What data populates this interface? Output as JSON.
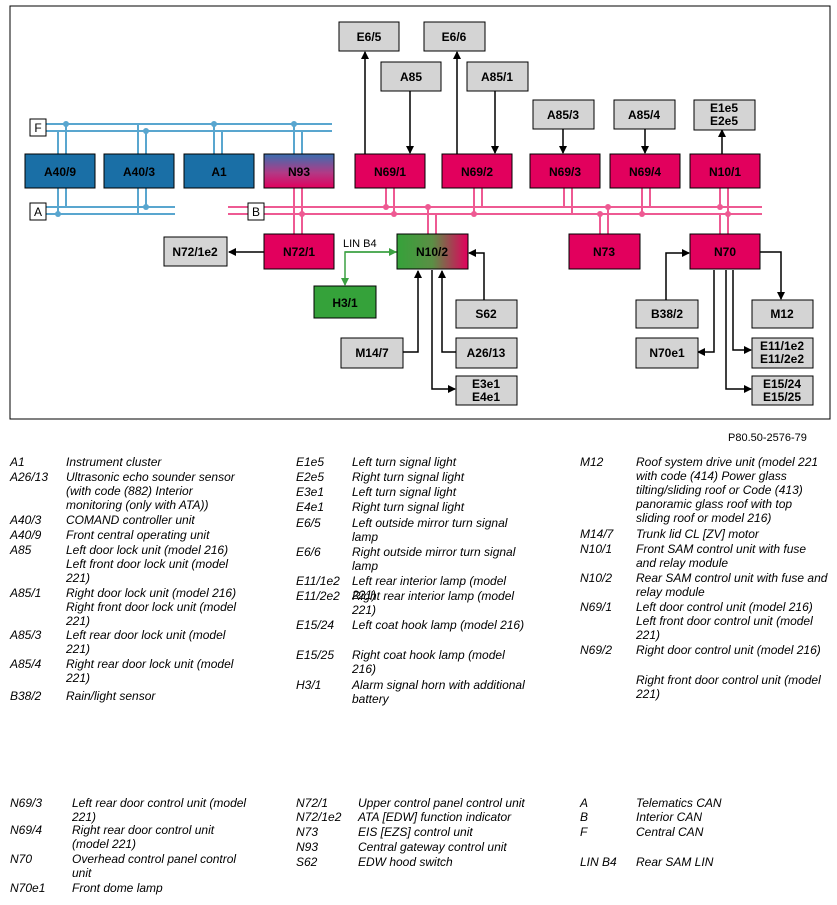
{
  "figure_ref": "P80.50-2576-79",
  "labels": {
    "F": "F",
    "A": "A",
    "B": "B",
    "A40_9": "A40/9",
    "A40_3": "A40/3",
    "A1": "A1",
    "N93": "N93",
    "N69_1": "N69/1",
    "N69_2": "N69/2",
    "N69_3": "N69/3",
    "N69_4": "N69/4",
    "N10_1": "N10/1",
    "E6_5": "E6/5",
    "E6_6": "E6/6",
    "A85": "A85",
    "A85_1": "A85/1",
    "A85_3": "A85/3",
    "A85_4": "A85/4",
    "E1e5": "E1e5",
    "E2e5": "E2e5",
    "N72_1e2": "N72/1e2",
    "N72_1": "N72/1",
    "LIN_B4": "LIN B4",
    "N10_2": "N10/2",
    "N73": "N73",
    "N70": "N70",
    "H3_1": "H3/1",
    "S62": "S62",
    "M14_7": "M14/7",
    "A26_13": "A26/13",
    "E3e1": "E3e1",
    "E4e1": "E4e1",
    "B38_2": "B38/2",
    "M12": "M12",
    "N70e1": "N70e1",
    "E11_1e2": "E11/1e2",
    "E11_2e2": "E11/2e2",
    "E15_24": "E15/24",
    "E15_25": "E15/25"
  },
  "colors": {
    "blue": "#1a6fa6",
    "red": "#e2005d",
    "green": "#35a23a",
    "gray": "#d4d4d4",
    "can_f": "#59a6cf",
    "can_b": "#ee5a93",
    "lin": "#3ca142"
  },
  "legend": {
    "col1": [
      {
        "code": "A1",
        "desc": "Instrument cluster"
      },
      {
        "code": "A26/13",
        "desc": "Ultrasonic echo sounder sensor (with code (882) Interior monitoring (only with ATA))"
      },
      {
        "code": "A40/3",
        "desc": "COMAND controller unit"
      },
      {
        "code": "A40/9",
        "desc": "Front central operating unit"
      },
      {
        "code": "A85",
        "desc": "Left door lock unit (model 216)"
      },
      {
        "code": "",
        "desc": "Left front door lock unit (model 221)"
      },
      {
        "code": "A85/1",
        "desc": "Right door lock unit (model 216)"
      },
      {
        "code": "",
        "desc": "Right front door lock unit (model 221)"
      },
      {
        "code": "A85/3",
        "desc": "Left rear door lock unit (model 221)"
      },
      {
        "code": "A85/4",
        "desc": "Right rear door lock unit (model 221)"
      },
      {
        "code": "B38/2",
        "desc": "Rain/light sensor"
      }
    ],
    "col2": [
      {
        "code": "E1e5",
        "desc": "Left turn signal light"
      },
      {
        "code": "E2e5",
        "desc": "Right turn signal light"
      },
      {
        "code": "E3e1",
        "desc": "Left turn signal light"
      },
      {
        "code": "E4e1",
        "desc": "Right turn signal light"
      },
      {
        "code": "E6/5",
        "desc": "Left outside mirror turn signal lamp"
      },
      {
        "code": "E6/6",
        "desc": "Right outside mirror turn signal lamp"
      },
      {
        "code": "E11/1e2",
        "desc": "Left rear interior lamp (model 221)"
      },
      {
        "code": "E11/2e2",
        "desc": "Right rear interior lamp (model 221)"
      },
      {
        "code": "E15/24",
        "desc": "Left coat hook lamp (model 216)"
      },
      {
        "code": "E15/25",
        "desc": "Right coat hook lamp (model 216)"
      },
      {
        "code": "H3/1",
        "desc": "Alarm signal horn with additional battery"
      }
    ],
    "col3": [
      {
        "code": "M12",
        "desc": "Roof system drive unit (model 221 with code (414) Power glass tilting/sliding roof or Code (413) panoramic glass roof with top sliding roof or model 216)"
      },
      {
        "code": "M14/7",
        "desc": "Trunk lid CL [ZV] motor"
      },
      {
        "code": "N10/1",
        "desc": "Front SAM control unit with fuse and relay module"
      },
      {
        "code": "N10/2",
        "desc": "Rear SAM control unit with fuse and relay module"
      },
      {
        "code": "N69/1",
        "desc": "Left door control unit (model 216)"
      },
      {
        "code": "",
        "desc": "Left front door control unit (model 221)"
      },
      {
        "code": "N69/2",
        "desc": "Right door control unit (model 216)"
      },
      {
        "code": "",
        "desc": "Right front door control unit (model 221)"
      }
    ],
    "col4": [
      {
        "code": "N69/3",
        "desc": "Left rear door control unit (model 221)"
      },
      {
        "code": "N69/4",
        "desc": "Right rear door control unit (model 221)"
      },
      {
        "code": "N70",
        "desc": "Overhead control panel control unit"
      },
      {
        "code": "N70e1",
        "desc": "Front dome lamp"
      }
    ],
    "col5": [
      {
        "code": "N72/1",
        "desc": "Upper control panel control unit"
      },
      {
        "code": "N72/1e2",
        "desc": "ATA [EDW] function indicator"
      },
      {
        "code": "N73",
        "desc": "EIS [EZS] control unit"
      },
      {
        "code": "N93",
        "desc": "Central gateway control unit"
      },
      {
        "code": "S62",
        "desc": "EDW hood switch"
      }
    ],
    "col6": [
      {
        "code": "A",
        "desc": "Telematics CAN"
      },
      {
        "code": "B",
        "desc": "Interior CAN"
      },
      {
        "code": "F",
        "desc": "Central CAN"
      },
      {
        "code": "",
        "desc": ""
      },
      {
        "code": "LIN B4",
        "desc": "Rear SAM LIN"
      }
    ]
  }
}
